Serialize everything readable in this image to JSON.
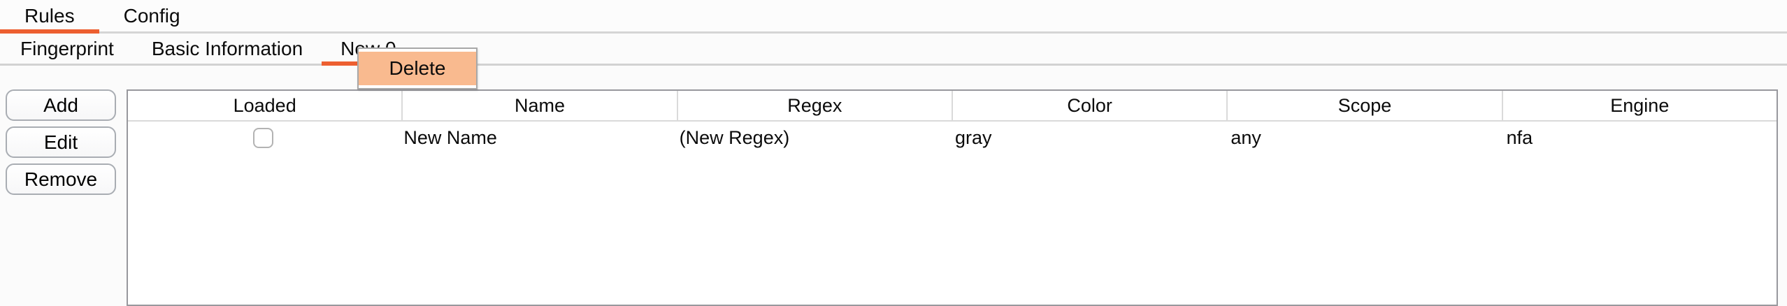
{
  "primary_tabs": {
    "items": [
      {
        "label": "Rules",
        "active": true
      },
      {
        "label": "Config",
        "active": false
      }
    ]
  },
  "secondary_tabs": {
    "items": [
      {
        "label": "Fingerprint",
        "active": false
      },
      {
        "label": "Basic Information",
        "active": false
      },
      {
        "label": "New 0",
        "active": true
      }
    ]
  },
  "context_menu": {
    "items": [
      {
        "label": "Delete",
        "highlighted": true
      }
    ]
  },
  "actions": {
    "add_label": "Add",
    "edit_label": "Edit",
    "remove_label": "Remove"
  },
  "rules_table": {
    "columns": [
      "Loaded",
      "Name",
      "Regex",
      "Color",
      "Scope",
      "Engine"
    ],
    "rows": [
      {
        "loaded": false,
        "name": "New Name",
        "regex": "(New Regex)",
        "color": "gray",
        "scope": "any",
        "engine": "nfa"
      }
    ]
  },
  "colors": {
    "accent_orange": "#ed5f30",
    "menu_highlight": "#f9ba8f"
  }
}
